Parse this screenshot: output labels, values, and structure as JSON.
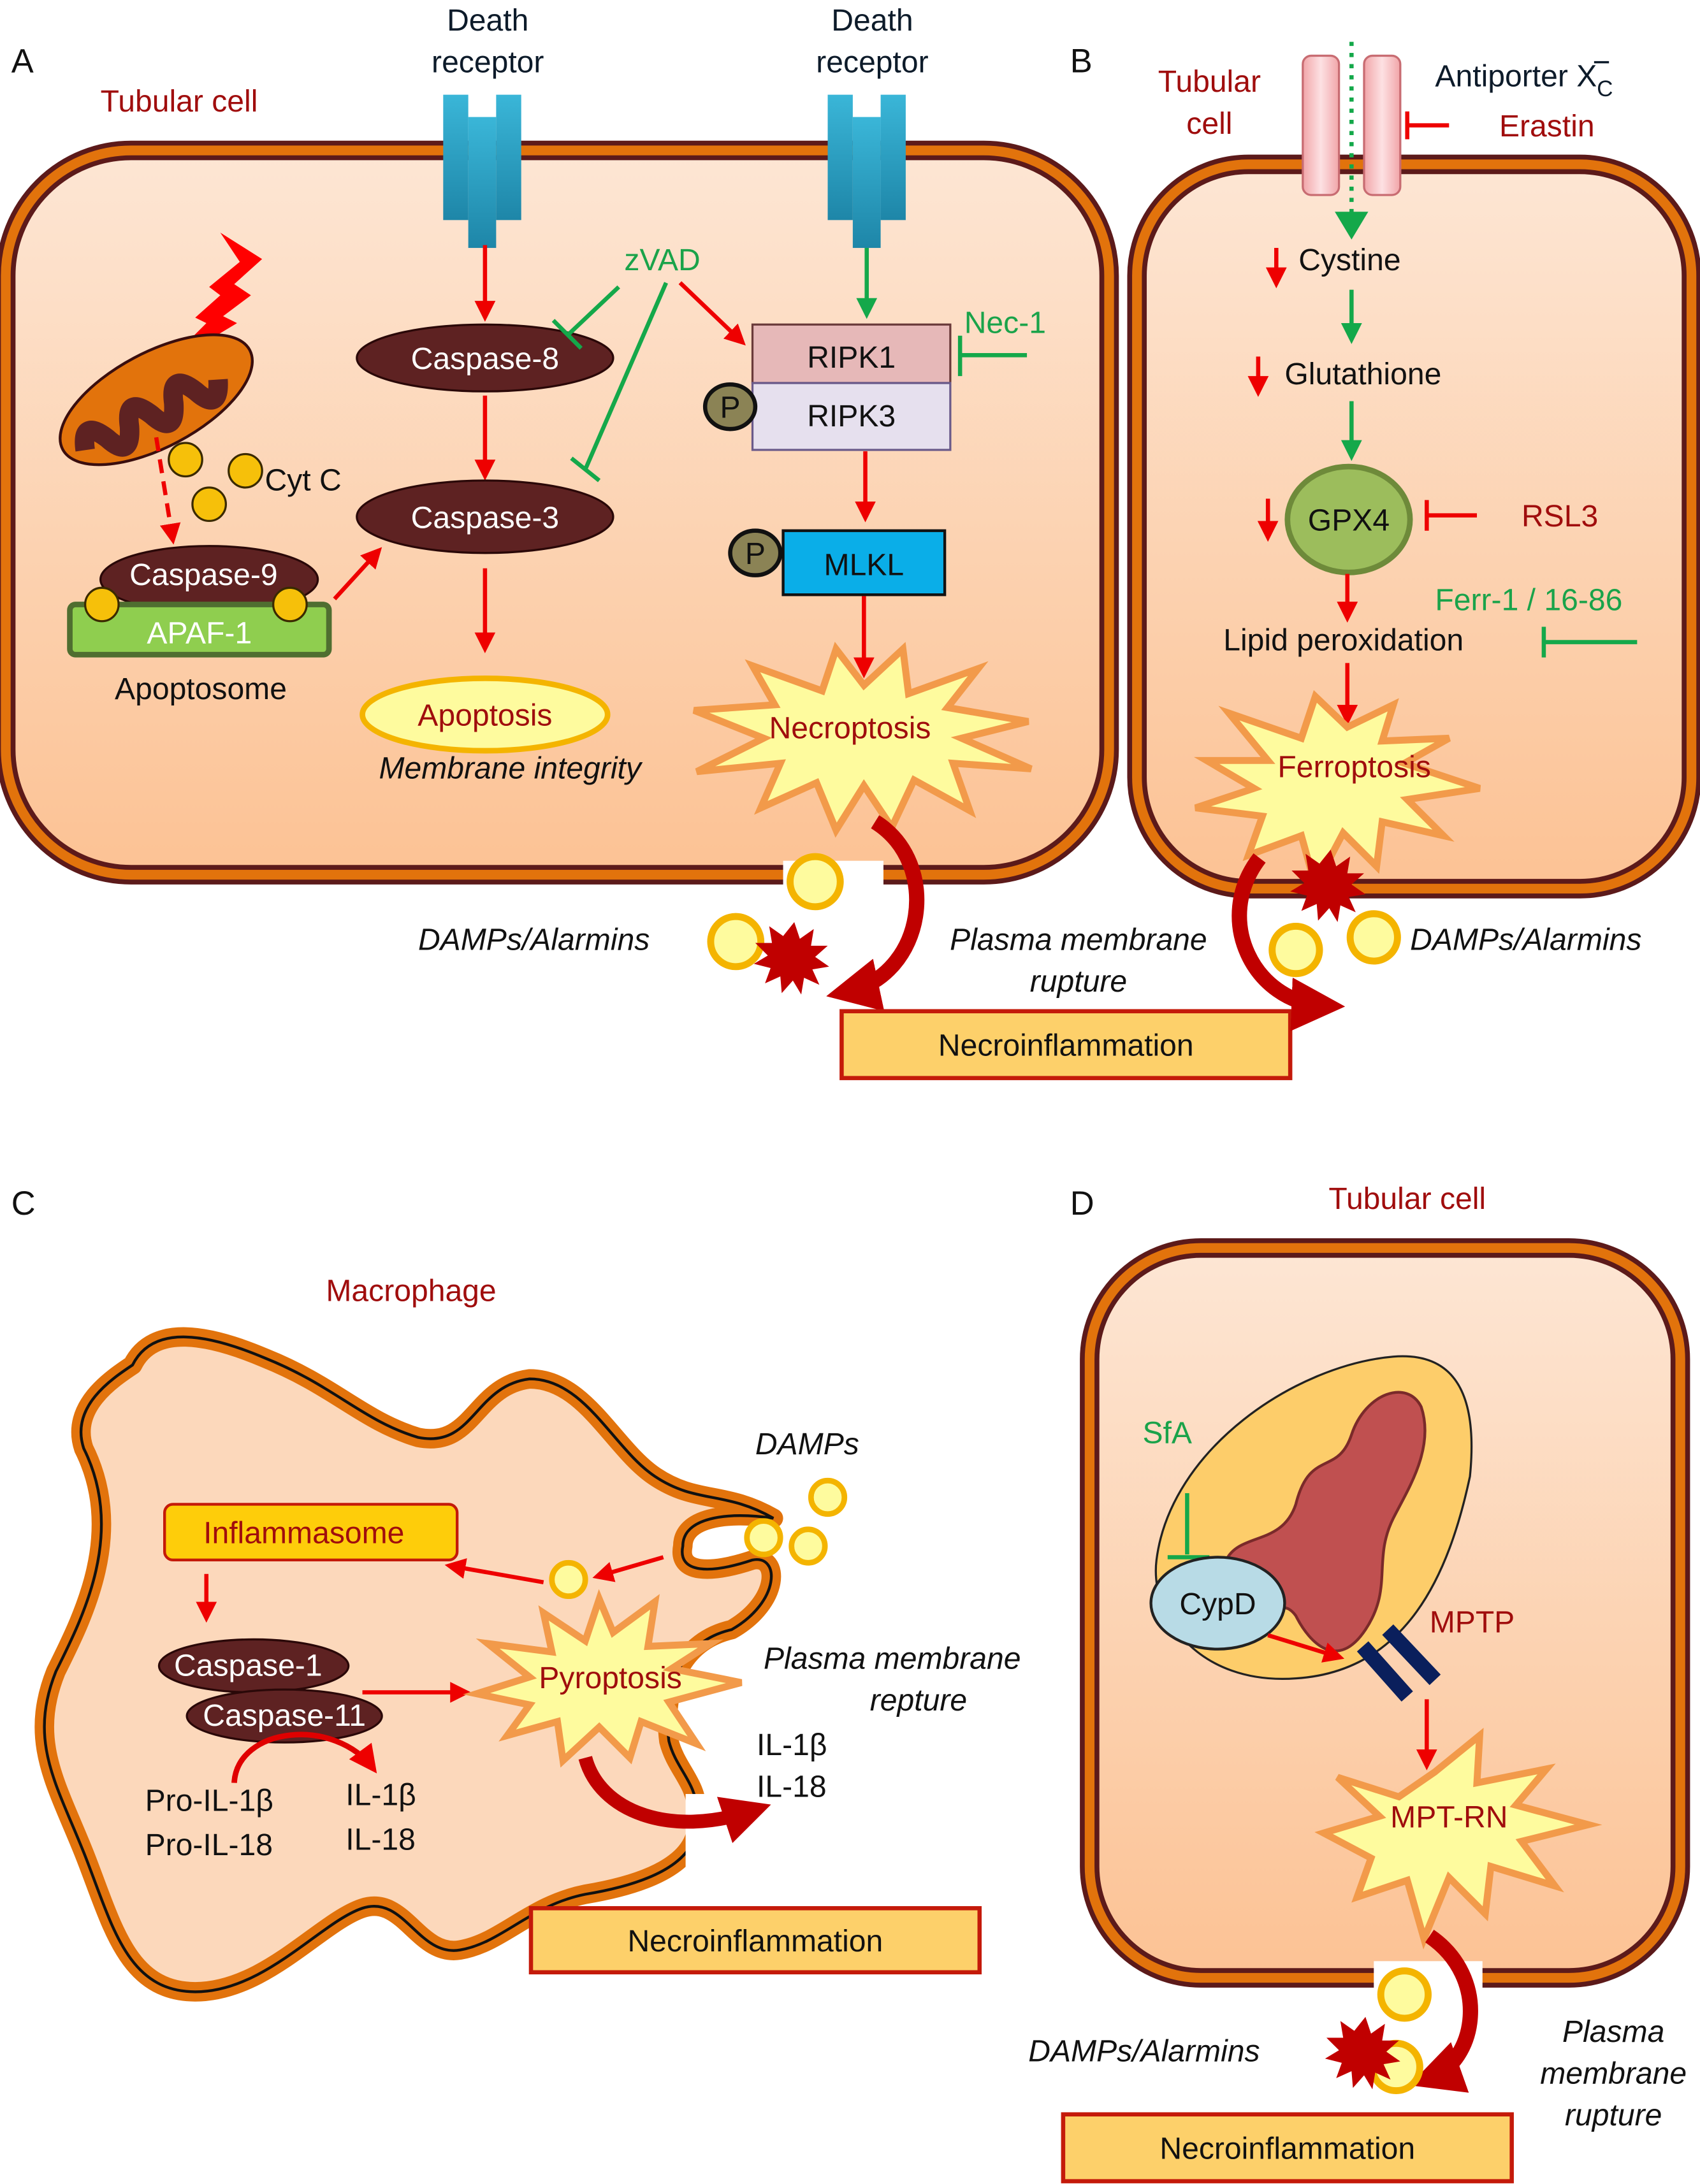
{
  "figure": {
    "panels": {
      "A": {
        "letter": "A",
        "cell_label": "Tubular cell",
        "death_receptor_1": [
          "Death",
          "receptor"
        ],
        "death_receptor_2": [
          "Death",
          "receptor"
        ],
        "cyt_c": "Cyt C",
        "caspase_9": "Caspase-9",
        "apaf_1": "APAF-1",
        "apoptosome": "Apoptosome",
        "caspase_8": "Caspase-8",
        "caspase_3": "Caspase-3",
        "zvad": "zVAD",
        "apoptosis": "Apoptosis",
        "membrane_integrity": "Membrane integrity",
        "ripk1": "RIPK1",
        "ripk3": "RIPK3",
        "nec1": "Nec-1",
        "phospho": "P",
        "mlkl": "MLKL",
        "necroptosis": "Necroptosis",
        "damps": "DAMPs/Alarmins",
        "rupture": [
          "Plasma membrane",
          "rupture"
        ],
        "necroinflammation": "Necroinflammation"
      },
      "B": {
        "letter": "B",
        "cell_label": [
          "Tubular",
          "cell"
        ],
        "antiporter": "Antiporter X",
        "antiporter_sub": "C",
        "antiporter_sup": "−",
        "erastin": "Erastin",
        "cystine": "Cystine",
        "glutathione": "Glutathione",
        "gpx4": "GPX4",
        "rsl3": "RSL3",
        "ferr": "Ferr-1 / 16-86",
        "lipid_peroxidation": "Lipid peroxidation",
        "ferroptosis": "Ferroptosis",
        "damps": "DAMPs/Alarmins"
      },
      "C": {
        "letter": "C",
        "cell_label": "Macrophage",
        "inflammasome": "Inflammasome",
        "caspase_1": "Caspase-1",
        "caspase_11": "Caspase-11",
        "pro_il1b": "Pro-IL-1β",
        "pro_il18": "Pro-IL-18",
        "il1b": "IL-1β",
        "il18": "IL-18",
        "pyroptosis": "Pyroptosis",
        "damps": "DAMPs",
        "rupture": [
          "Plasma membrane",
          "repture"
        ],
        "released_il1b": "IL-1β",
        "released_il18": "IL-18",
        "necroinflammation": "Necroinflammation"
      },
      "D": {
        "letter": "D",
        "cell_label": "Tubular cell",
        "sfa": "SfA",
        "cypd": "CypD",
        "mptp": "MPTP",
        "mpt_rn": "MPT-RN",
        "damps": "DAMPs/Alarmins",
        "rupture": [
          "Plasma",
          "membrane",
          "rupture"
        ],
        "necroinflammation": "Necroinflammation"
      }
    },
    "colors": {
      "membrane_outer": "#5c1a1a",
      "membrane_orange": "#e2730c",
      "cytoplasm": "#fcd8bb",
      "caspase": "#5e2222",
      "apaf": "#8fce4f",
      "receptor": "#2aa3c8",
      "ripk1": "#e6b8b8",
      "ripk3": "#e6e0ee",
      "mlkl": "#0aaee8",
      "phospho": "#8b8355",
      "gpx4": "#9cbd5c",
      "starburst_fill": "#fefb9e",
      "starburst_stroke": "#f29a4a",
      "necro_box": "#fdd06a",
      "activation": "#ee0000",
      "inhibition": "#14a84a",
      "label_red": "#a00d0d"
    }
  }
}
